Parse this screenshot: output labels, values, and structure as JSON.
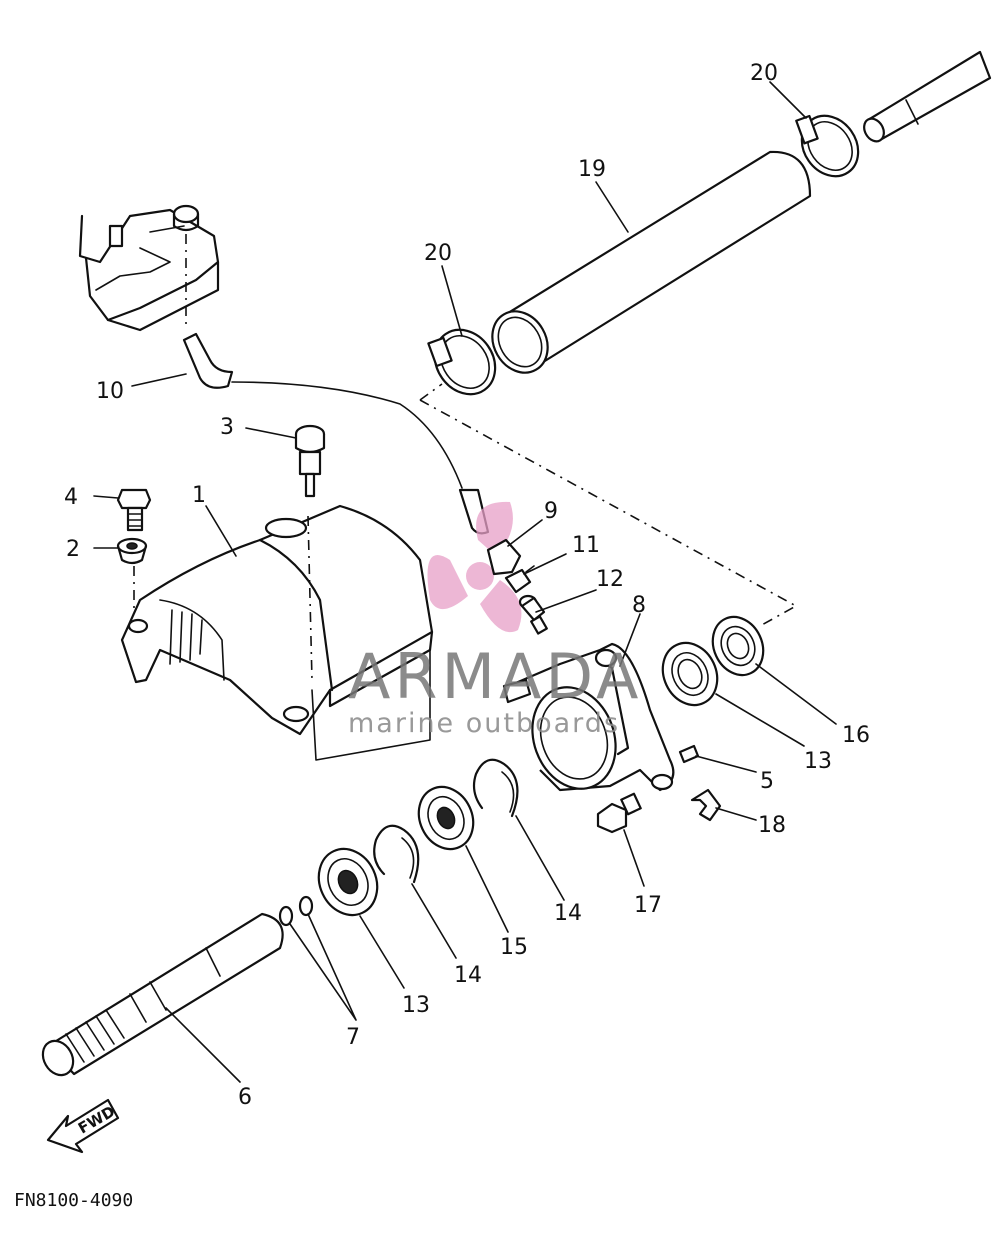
{
  "callouts": [
    {
      "id": "c1",
      "text": "1"
    },
    {
      "id": "c2",
      "text": "2"
    },
    {
      "id": "c3",
      "text": "3"
    },
    {
      "id": "c4",
      "text": "4"
    },
    {
      "id": "c5",
      "text": "5"
    },
    {
      "id": "c6",
      "text": "6"
    },
    {
      "id": "c7",
      "text": "7"
    },
    {
      "id": "c8",
      "text": "8"
    },
    {
      "id": "c9",
      "text": "9"
    },
    {
      "id": "c10",
      "text": "10"
    },
    {
      "id": "c11",
      "text": "11"
    },
    {
      "id": "c12",
      "text": "12"
    },
    {
      "id": "c13a",
      "text": "13"
    },
    {
      "id": "c13b",
      "text": "13"
    },
    {
      "id": "c14a",
      "text": "14"
    },
    {
      "id": "c14b",
      "text": "14"
    },
    {
      "id": "c15",
      "text": "15"
    },
    {
      "id": "c16",
      "text": "16"
    },
    {
      "id": "c17",
      "text": "17"
    },
    {
      "id": "c18",
      "text": "18"
    },
    {
      "id": "c19",
      "text": "19"
    },
    {
      "id": "c20a",
      "text": "20"
    },
    {
      "id": "c20b",
      "text": "20"
    }
  ],
  "direction_arrow": "FWD",
  "drawing_code": "FN8100-4090",
  "watermark": {
    "brand": "ARMADA",
    "tagline": "marine outboards",
    "logo_color": "#e8a0c8"
  }
}
